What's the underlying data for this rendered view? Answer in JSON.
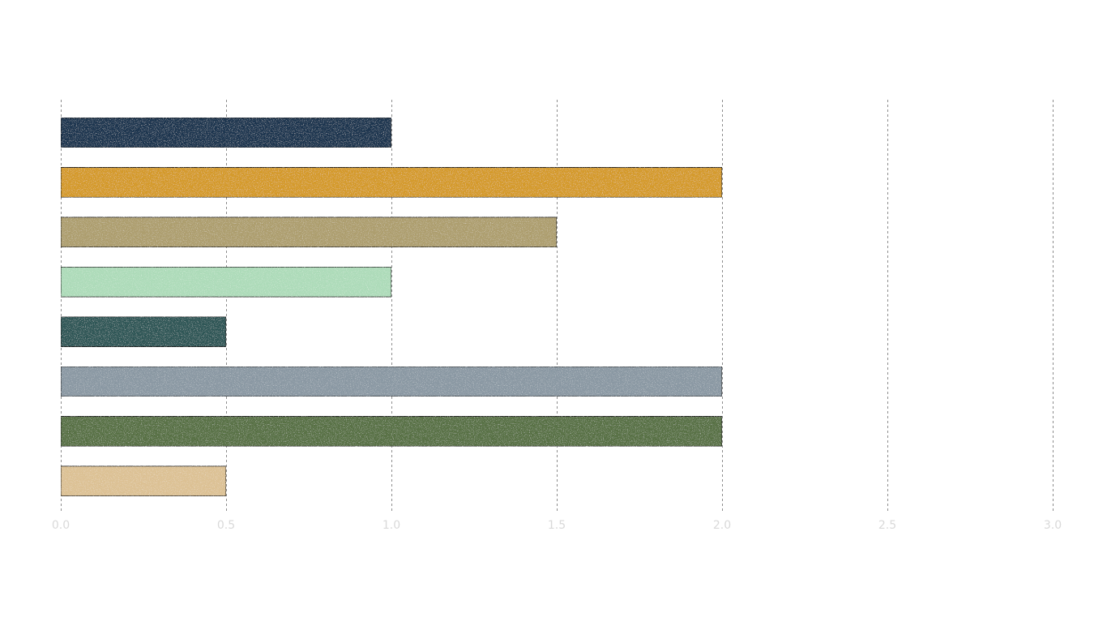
{
  "chart_data": {
    "type": "bar",
    "orientation": "horizontal",
    "title": "",
    "xlabel": "",
    "ylabel": "",
    "categories": [
      "",
      "",
      "",
      "",
      "",
      "",
      "",
      ""
    ],
    "values": [
      1.0,
      2.0,
      1.5,
      1.0,
      0.5,
      2.0,
      2.0,
      0.5
    ],
    "colors": [
      "#1e3550",
      "#d49a2a",
      "#ad9e6e",
      "#addbb9",
      "#2f5657",
      "#8a98a3",
      "#587144",
      "#dcc194"
    ],
    "xlim": [
      0,
      3.0
    ],
    "xticks": [
      "0.0",
      "0.5",
      "1.0",
      "1.5",
      "2.0",
      "2.5",
      "3.0"
    ],
    "grid": "vertical-dashed",
    "legend": "none",
    "bar_texture": "speckled"
  }
}
